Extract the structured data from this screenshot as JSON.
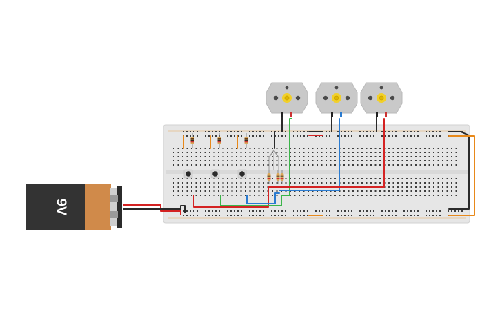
{
  "battery": {
    "label": "9V"
  },
  "colors": {
    "background": "#ffffff",
    "breadboard": "#e6e6e6",
    "breadboard_edge": "#d2d2d2",
    "hole": "#3d3d3d",
    "battery_body": "#333333",
    "battery_cap": "#d08a4a",
    "motor_body": "#c9c9c9",
    "motor_hub": "#f2d028",
    "wire_red": "#d42222",
    "wire_black": "#2a2a2a",
    "wire_green": "#3bb54a",
    "wire_blue": "#2a7bd0",
    "wire_orange": "#e8891a"
  },
  "components": {
    "motors": 3,
    "pushbuttons": 3,
    "resistors": 6,
    "transistors": 1
  }
}
